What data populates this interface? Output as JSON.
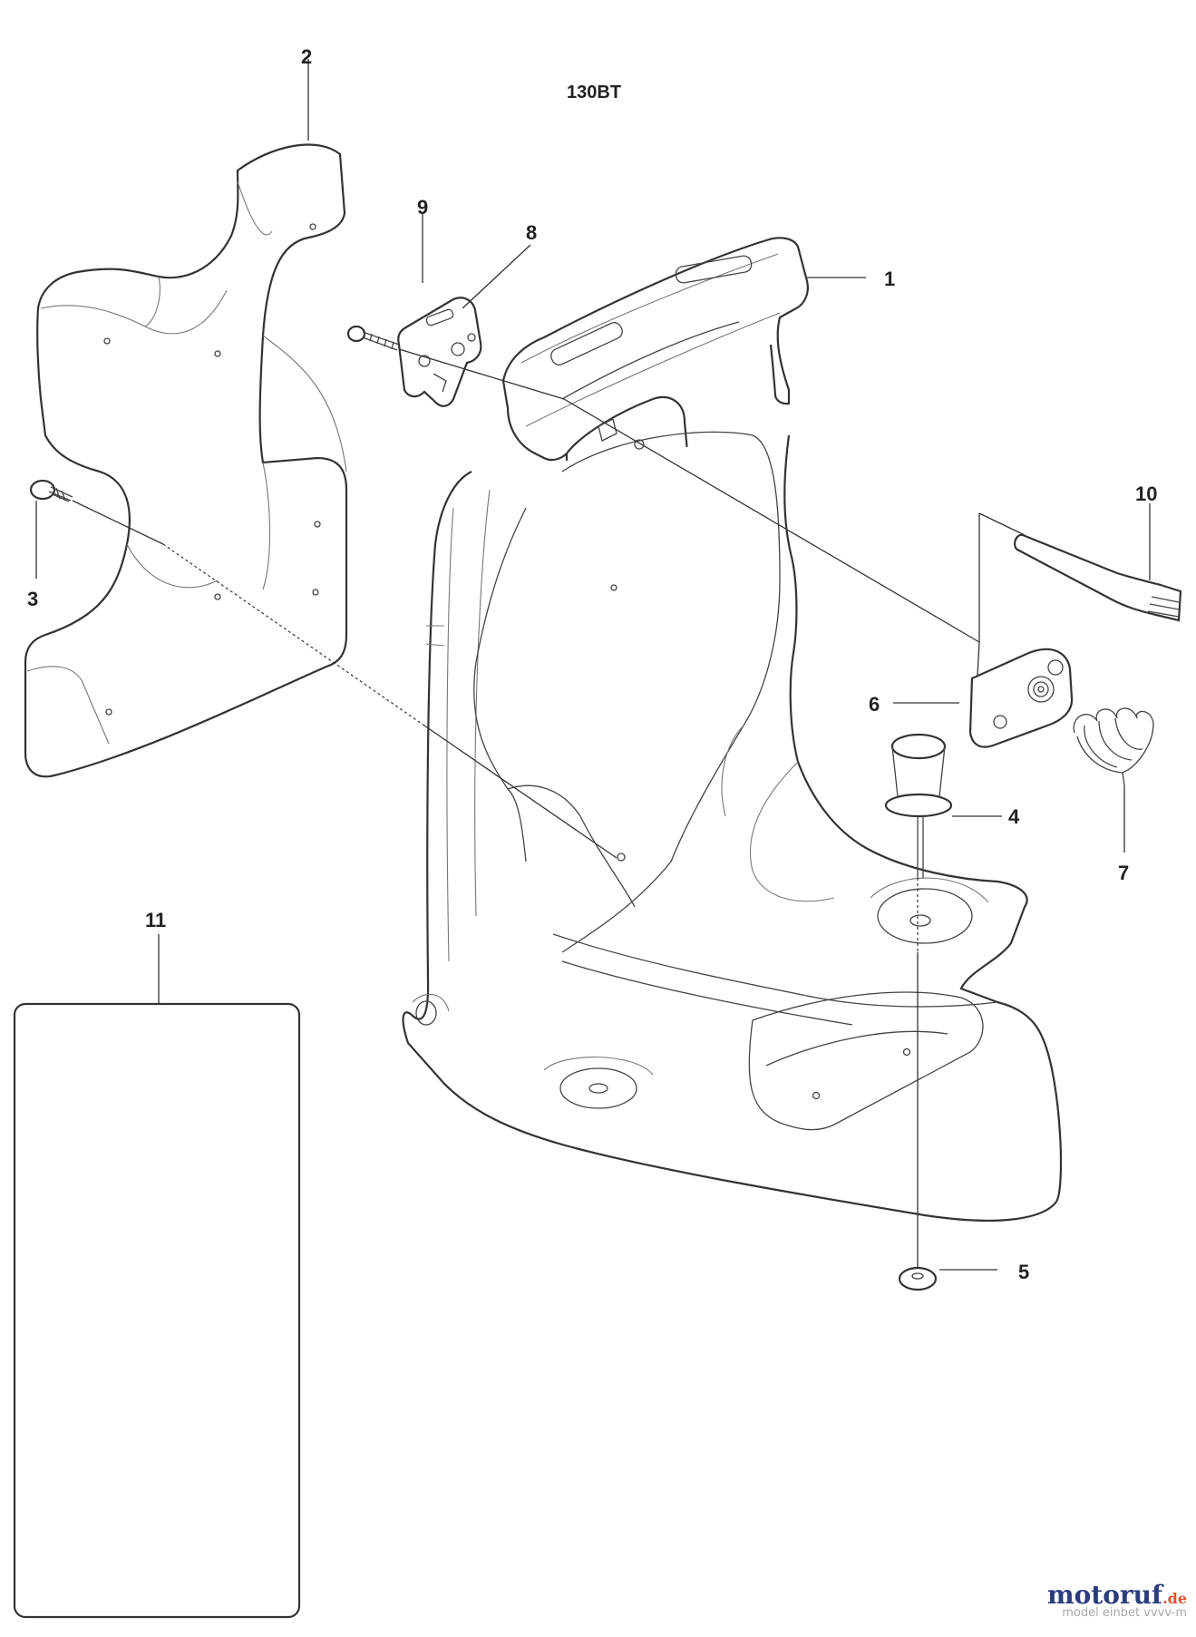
{
  "diagram": {
    "title": "130BT",
    "callouts": [
      {
        "id": "1",
        "label": "1"
      },
      {
        "id": "2",
        "label": "2"
      },
      {
        "id": "3",
        "label": "3"
      },
      {
        "id": "4",
        "label": "4"
      },
      {
        "id": "5",
        "label": "5"
      },
      {
        "id": "6",
        "label": "6"
      },
      {
        "id": "7",
        "label": "7"
      },
      {
        "id": "8",
        "label": "8"
      },
      {
        "id": "9",
        "label": "9"
      },
      {
        "id": "10",
        "label": "10"
      },
      {
        "id": "11",
        "label": "11"
      }
    ]
  },
  "watermark": {
    "brand_main": "motoruf",
    "brand_tld": ".de",
    "subtitle": "model einbet vvvv-m"
  }
}
